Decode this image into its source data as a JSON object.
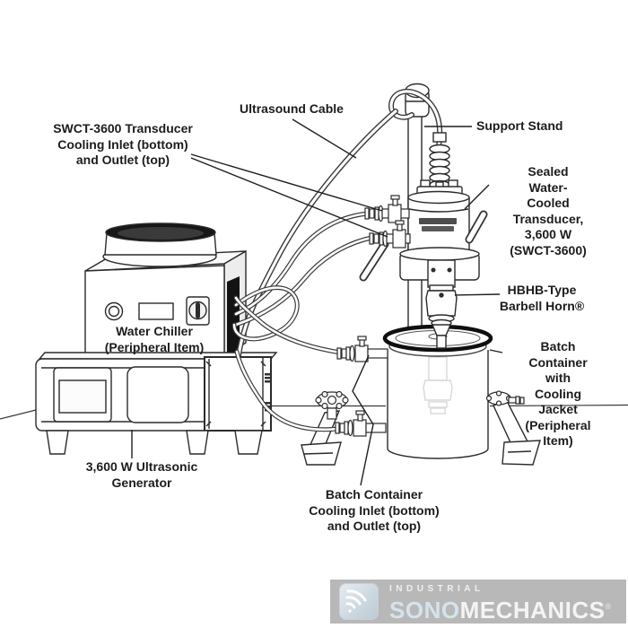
{
  "diagram": {
    "labels": {
      "swct_cooling": "SWCT-3600 Transducer\nCooling Inlet (bottom)\nand Outlet (top)",
      "ultrasound_cable": "Ultrasound Cable",
      "support_stand": "Support Stand",
      "sealed_transducer": "Sealed Water-Cooled\nTransducer, 3,600 W\n(SWCT-3600)",
      "barbell_horn": "HBHB-Type\nBarbell Horn®",
      "batch_container": "Batch Container\nwith Cooling Jacket\n(Peripheral Item)",
      "water_chiller": "Water Chiller\n(Peripheral Item)",
      "generator": "3,600 W Ultrasonic\nGenerator",
      "batch_cooling": "Batch Container\nCooling Inlet (bottom)\nand Outlet (top)"
    },
    "colors": {
      "line": "#2b2b2b",
      "dark_fill": "#141414",
      "paper": "#ffffff",
      "logo_bar": "#b8b8b8",
      "logo_blue": "#d4e3ec"
    }
  },
  "footer_logo": {
    "industrial": "INDUSTRIAL",
    "sono": "SONO",
    "mechanics": "MECHANICS",
    "registered": "®"
  }
}
